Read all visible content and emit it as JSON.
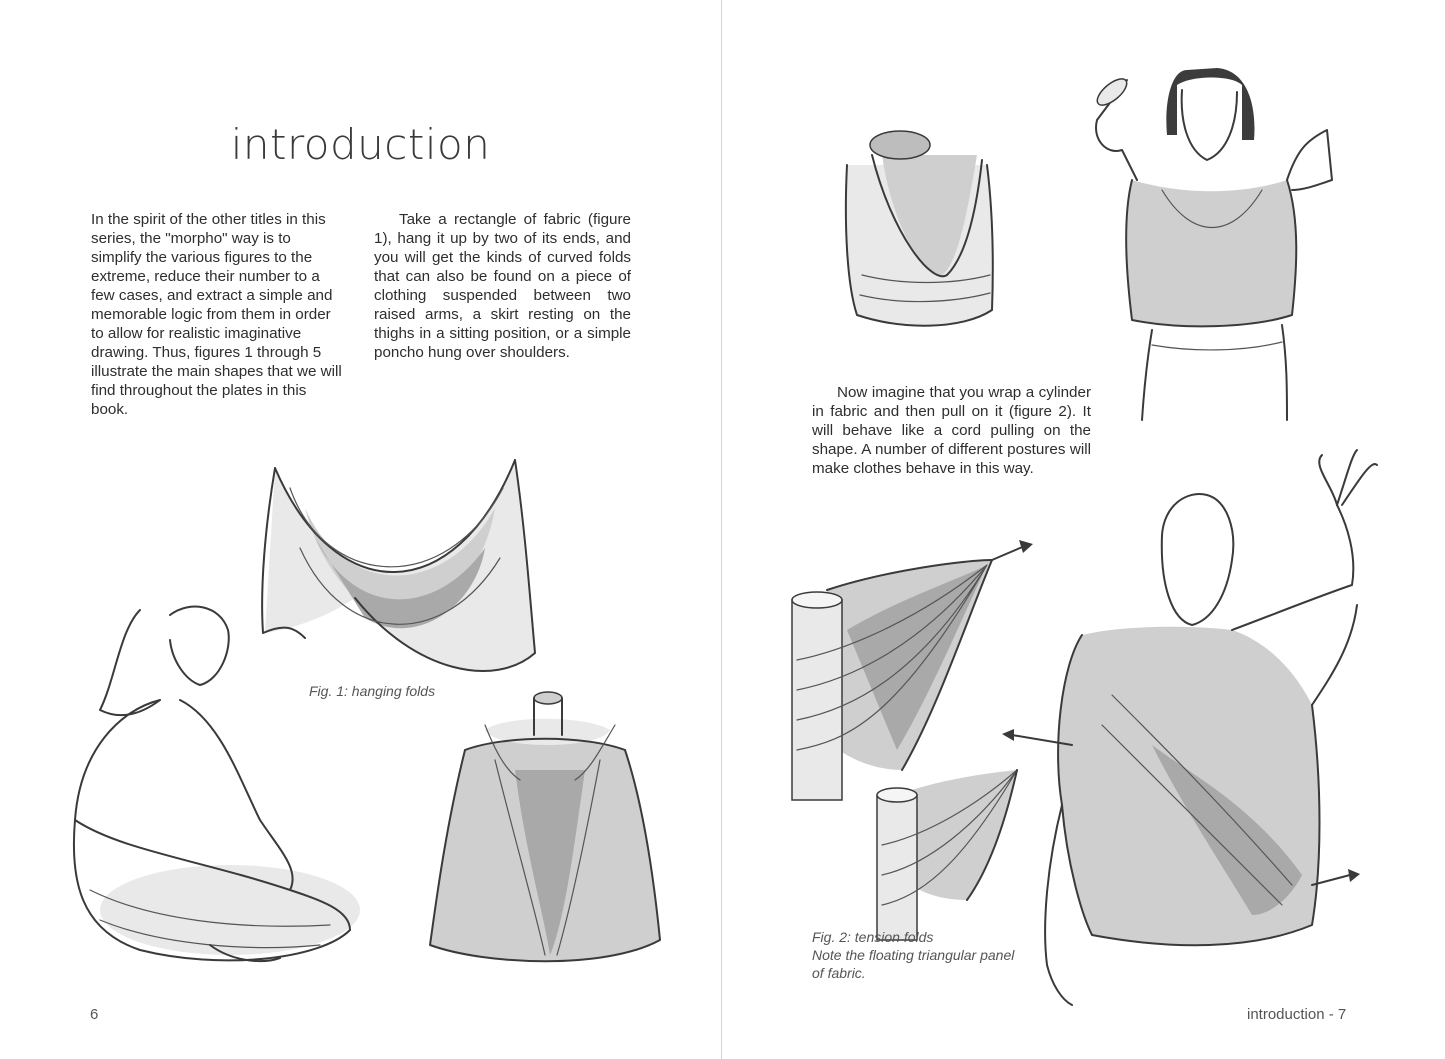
{
  "left_page": {
    "title": "introduction",
    "col1_text": "In the spirit of the other titles in this series, the \"morpho\" way is to simplify the various figures to the extreme, reduce their number to a few cases, and extract a simple and memorable logic from them in order to allow for realistic imaginative drawing. Thus, figures 1 through 5 illustrate the main shapes that we will find throughout the plates in this book.",
    "col2_text": "Take a rectangle of fabric (figure 1), hang it up by two of its ends, and you will get the kinds of curved folds that can also be found on a piece of clothing suspended between two raised arms, a skirt resting on the thighs in a sitting position, or a simple poncho hung over shoulders.",
    "fig1_caption": "Fig. 1: hanging folds",
    "page_number": "6"
  },
  "right_page": {
    "col3_text": "Now imagine that you wrap a cylinder in fabric and then pull on it (figure 2). It will behave like a cord pulling on the shape. A number of different postures will make clothes behave in this way.",
    "fig2_caption_line1": "Fig. 2: tension folds",
    "fig2_caption_line2": "Note the floating triangular panel",
    "fig2_caption_line3": "of fabric.",
    "folio": "introduction - 7"
  }
}
